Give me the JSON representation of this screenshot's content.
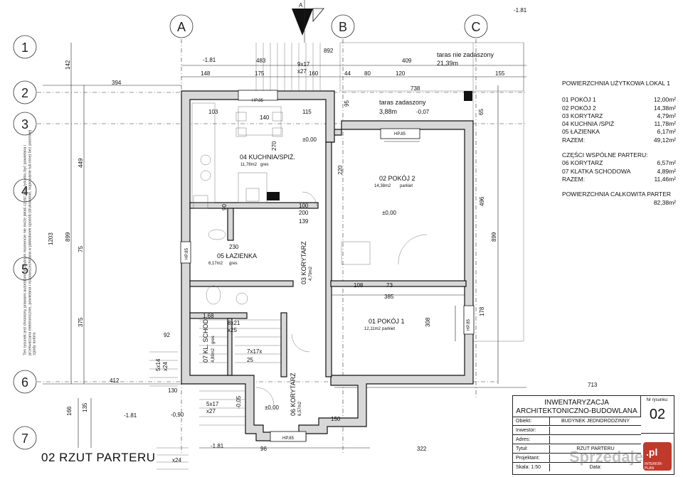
{
  "axes": {
    "letters": [
      "A",
      "B",
      "C"
    ],
    "numbers": [
      "1",
      "2",
      "3",
      "4",
      "5",
      "6",
      "7"
    ]
  },
  "north": {
    "label": "A"
  },
  "levels": {
    "top_right": "-1.81",
    "top_left": "-1.81",
    "stairs_left": "-0,90",
    "stair_bottom": "-1.81",
    "bottom_left": "-1.81",
    "lower_mid": "-0,05",
    "zero_kitchen": "±0,00",
    "zero_room2": "±0,00",
    "zero_entrance": "±0,00",
    "terrace_level": "-0,07"
  },
  "rooms": {
    "kitchen": {
      "label": "04 KUCHNIA/SPIŻ.",
      "area": "11,78m2",
      "finish": "gres"
    },
    "room2": {
      "label": "02 POKÓJ 2",
      "area": "14,38m2",
      "finish": "parkiet"
    },
    "room1": {
      "label": "01 POKÓJ 1",
      "area": "12,11m2",
      "finish": "parkiet"
    },
    "bath": {
      "label": "05 ŁAZIENKA",
      "area": "6,17m2",
      "finish": "gres"
    },
    "corridor3": {
      "label": "03 KORYTARZ",
      "area": "4,79m2"
    },
    "corridor6": {
      "label": "06 KORYTARZ",
      "area": "6,57m2"
    },
    "stairs7": {
      "label": "07 KL. SCHOD.",
      "area": "4,89m2",
      "finish": "gres"
    },
    "terrace_open": {
      "label": "taras nie zadaszony",
      "area": "21,39m"
    },
    "terrace_cov": {
      "label": "taras zadaszony",
      "area": "3,88m"
    }
  },
  "windows": {
    "hp1": "HP.85",
    "hp2": "HP.85",
    "hp3": "HP.85",
    "hp4": "HP.85",
    "hp5": "HP.85"
  },
  "stairs": {
    "s1": "9x17",
    "s1b": "x27",
    "s2": "8x21",
    "s2b": "x25",
    "s3": "7x17x",
    "s3b": "25",
    "s4": "5x14",
    "s4b": "x24",
    "s5": "5x17",
    "s5b": "x27",
    "s6": "x24"
  },
  "dims": {
    "d483": "483",
    "d892": "892",
    "d409": "409",
    "d148": "148",
    "d175": "175",
    "d160": "160",
    "d44": "44",
    "d80": "80",
    "d120": "120",
    "d155": "155",
    "d394": "394",
    "d142": "142",
    "d449": "449",
    "d1203": "1203",
    "d899": "899",
    "d75": "75",
    "d375": "375",
    "d412": "412",
    "d92": "92",
    "d713": "713",
    "d385": "385",
    "d108": "108",
    "d73": "73",
    "d95": "95",
    "d738": "738",
    "d496": "496",
    "d899r": "899",
    "d178": "178",
    "d322": "322",
    "d96": "96",
    "d130": "130",
    "d166": "166",
    "d135": "135",
    "d90": "90",
    "d230": "230",
    "d200": "200",
    "d139": "139",
    "d100": "100",
    "d103": "103",
    "d115": "115",
    "d270": "270",
    "d65": "65",
    "d220": "220",
    "d308": "308",
    "d150": "150",
    "d140": "140",
    "d1_68": "1.68"
  },
  "legend": {
    "title1": "POWIERZCHNIA UŻYTKOWA LOKAL 1",
    "items1": [
      {
        "name": "01 POKÓJ 1",
        "value": "12,00m²"
      },
      {
        "name": "02 POKÓJ 2",
        "value": "14,38m²"
      },
      {
        "name": "03 KORYTARZ",
        "value": "4,79m²"
      },
      {
        "name": "04 KUCHNIA /SPIŻ",
        "value": "11,78m²"
      },
      {
        "name": "05 ŁAZIENKA",
        "value": "6,17m²"
      },
      {
        "name": "RAZEM:",
        "value": "49,12m²"
      }
    ],
    "title2": "CZĘŚCI WSPÓLNE PARTERU:",
    "items2": [
      {
        "name": "06 KORYTARZ",
        "value": "6,57m²"
      },
      {
        "name": "07 KLATKA SCHODOWA",
        "value": "4,89m²"
      },
      {
        "name": "RAZEM:",
        "value": "11,46m²"
      }
    ],
    "title3": "POWIERZCHNIA CAŁKOWITA PARTER",
    "total": "82,38m²"
  },
  "title_block": {
    "heading1": "INWENTARYZACJA",
    "heading2": "ARCHITEKTONICZNO-BUDOWLANA",
    "num_label": "Nr rysunku:",
    "num": "02",
    "rows": [
      {
        "k": "Obiekt:",
        "v": "BUDYNEK JEDNORODZINNY"
      },
      {
        "k": "Inwestor:",
        "v": ""
      },
      {
        "k": "Adres:",
        "v": ""
      },
      {
        "k": "Tytuł:",
        "v": "RZUT PARTERU"
      },
      {
        "k": "Projektant:",
        "v": ""
      },
      {
        "k": "Skala: 1:50",
        "v": "Data:"
      }
    ]
  },
  "plan_title": "02 RZUT PARTERU",
  "side_note": "Ten rysunek jest chroniony prawami autorskimi. W żadnym momencie nie może jakaś część tego rysunku być powielana i przetwarzana elektronicznie, powielana i rozpowszechniana w jakikolwiek sposób (drukowanie, kopiowanie lub inne) bez pisemnej zgody autora.",
  "watermark": {
    "text": "Sprzedajemy",
    "brand": ".pl",
    "sub": "INTERIOR-PLAN"
  }
}
